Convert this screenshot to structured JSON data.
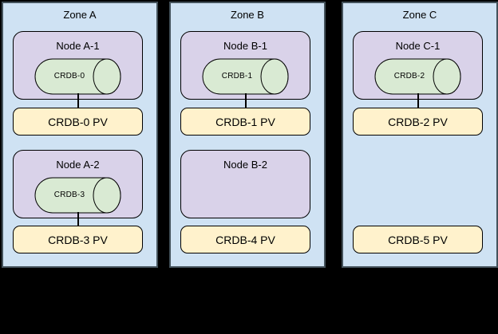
{
  "colors": {
    "bg": "#000000",
    "zone_fill": "#cfe2f3",
    "zone_border": "#44525b",
    "node_fill": "#d9d2e9",
    "node_border": "#000000",
    "pod_fill": "#d9ead3",
    "pod_border": "#000000",
    "pv_fill": "#fff2cc",
    "pv_border": "#000000",
    "connector": "#000000",
    "text": "#000000"
  },
  "diagram": {
    "zones": [
      {
        "title": "Zone A",
        "nodes": [
          {
            "label": "Node A-1",
            "pod": "CRDB-0"
          },
          {
            "label": "Node A-2",
            "pod": "CRDB-3"
          }
        ],
        "pvs": [
          "CRDB-0 PV",
          "CRDB-3 PV"
        ]
      },
      {
        "title": "Zone B",
        "nodes": [
          {
            "label": "Node B-1",
            "pod": "CRDB-1"
          },
          {
            "label": "Node B-2"
          }
        ],
        "pvs": [
          "CRDB-1 PV",
          "CRDB-4 PV"
        ]
      },
      {
        "title": "Zone C",
        "nodes": [
          {
            "label": "Node C-1",
            "pod": "CRDB-2"
          }
        ],
        "pvs": [
          "CRDB-2 PV",
          "CRDB-5 PV"
        ]
      }
    ]
  }
}
